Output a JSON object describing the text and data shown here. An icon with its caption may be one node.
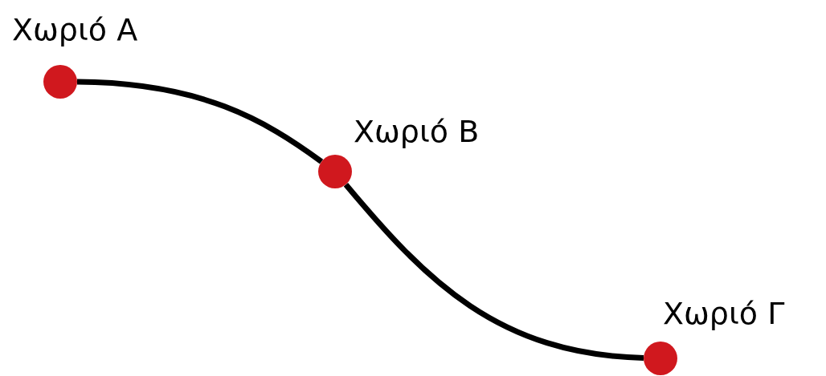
{
  "diagram": {
    "nodes": [
      {
        "text": [],
        "shape": "circle",
        "beside": [
          "Χωριό Α"
        ]
      },
      {
        "text": [],
        "shape": "circle",
        "beside": [
          "Χωριό Β"
        ]
      },
      {
        "text": [],
        "shape": "circle",
        "beside": [
          "Χωριό Γ"
        ]
      }
    ],
    "edges": [
      {
        "from": 0,
        "to": 1,
        "arrow": "none"
      },
      {
        "from": 1,
        "to": 2,
        "arrow": "none"
      }
    ]
  }
}
